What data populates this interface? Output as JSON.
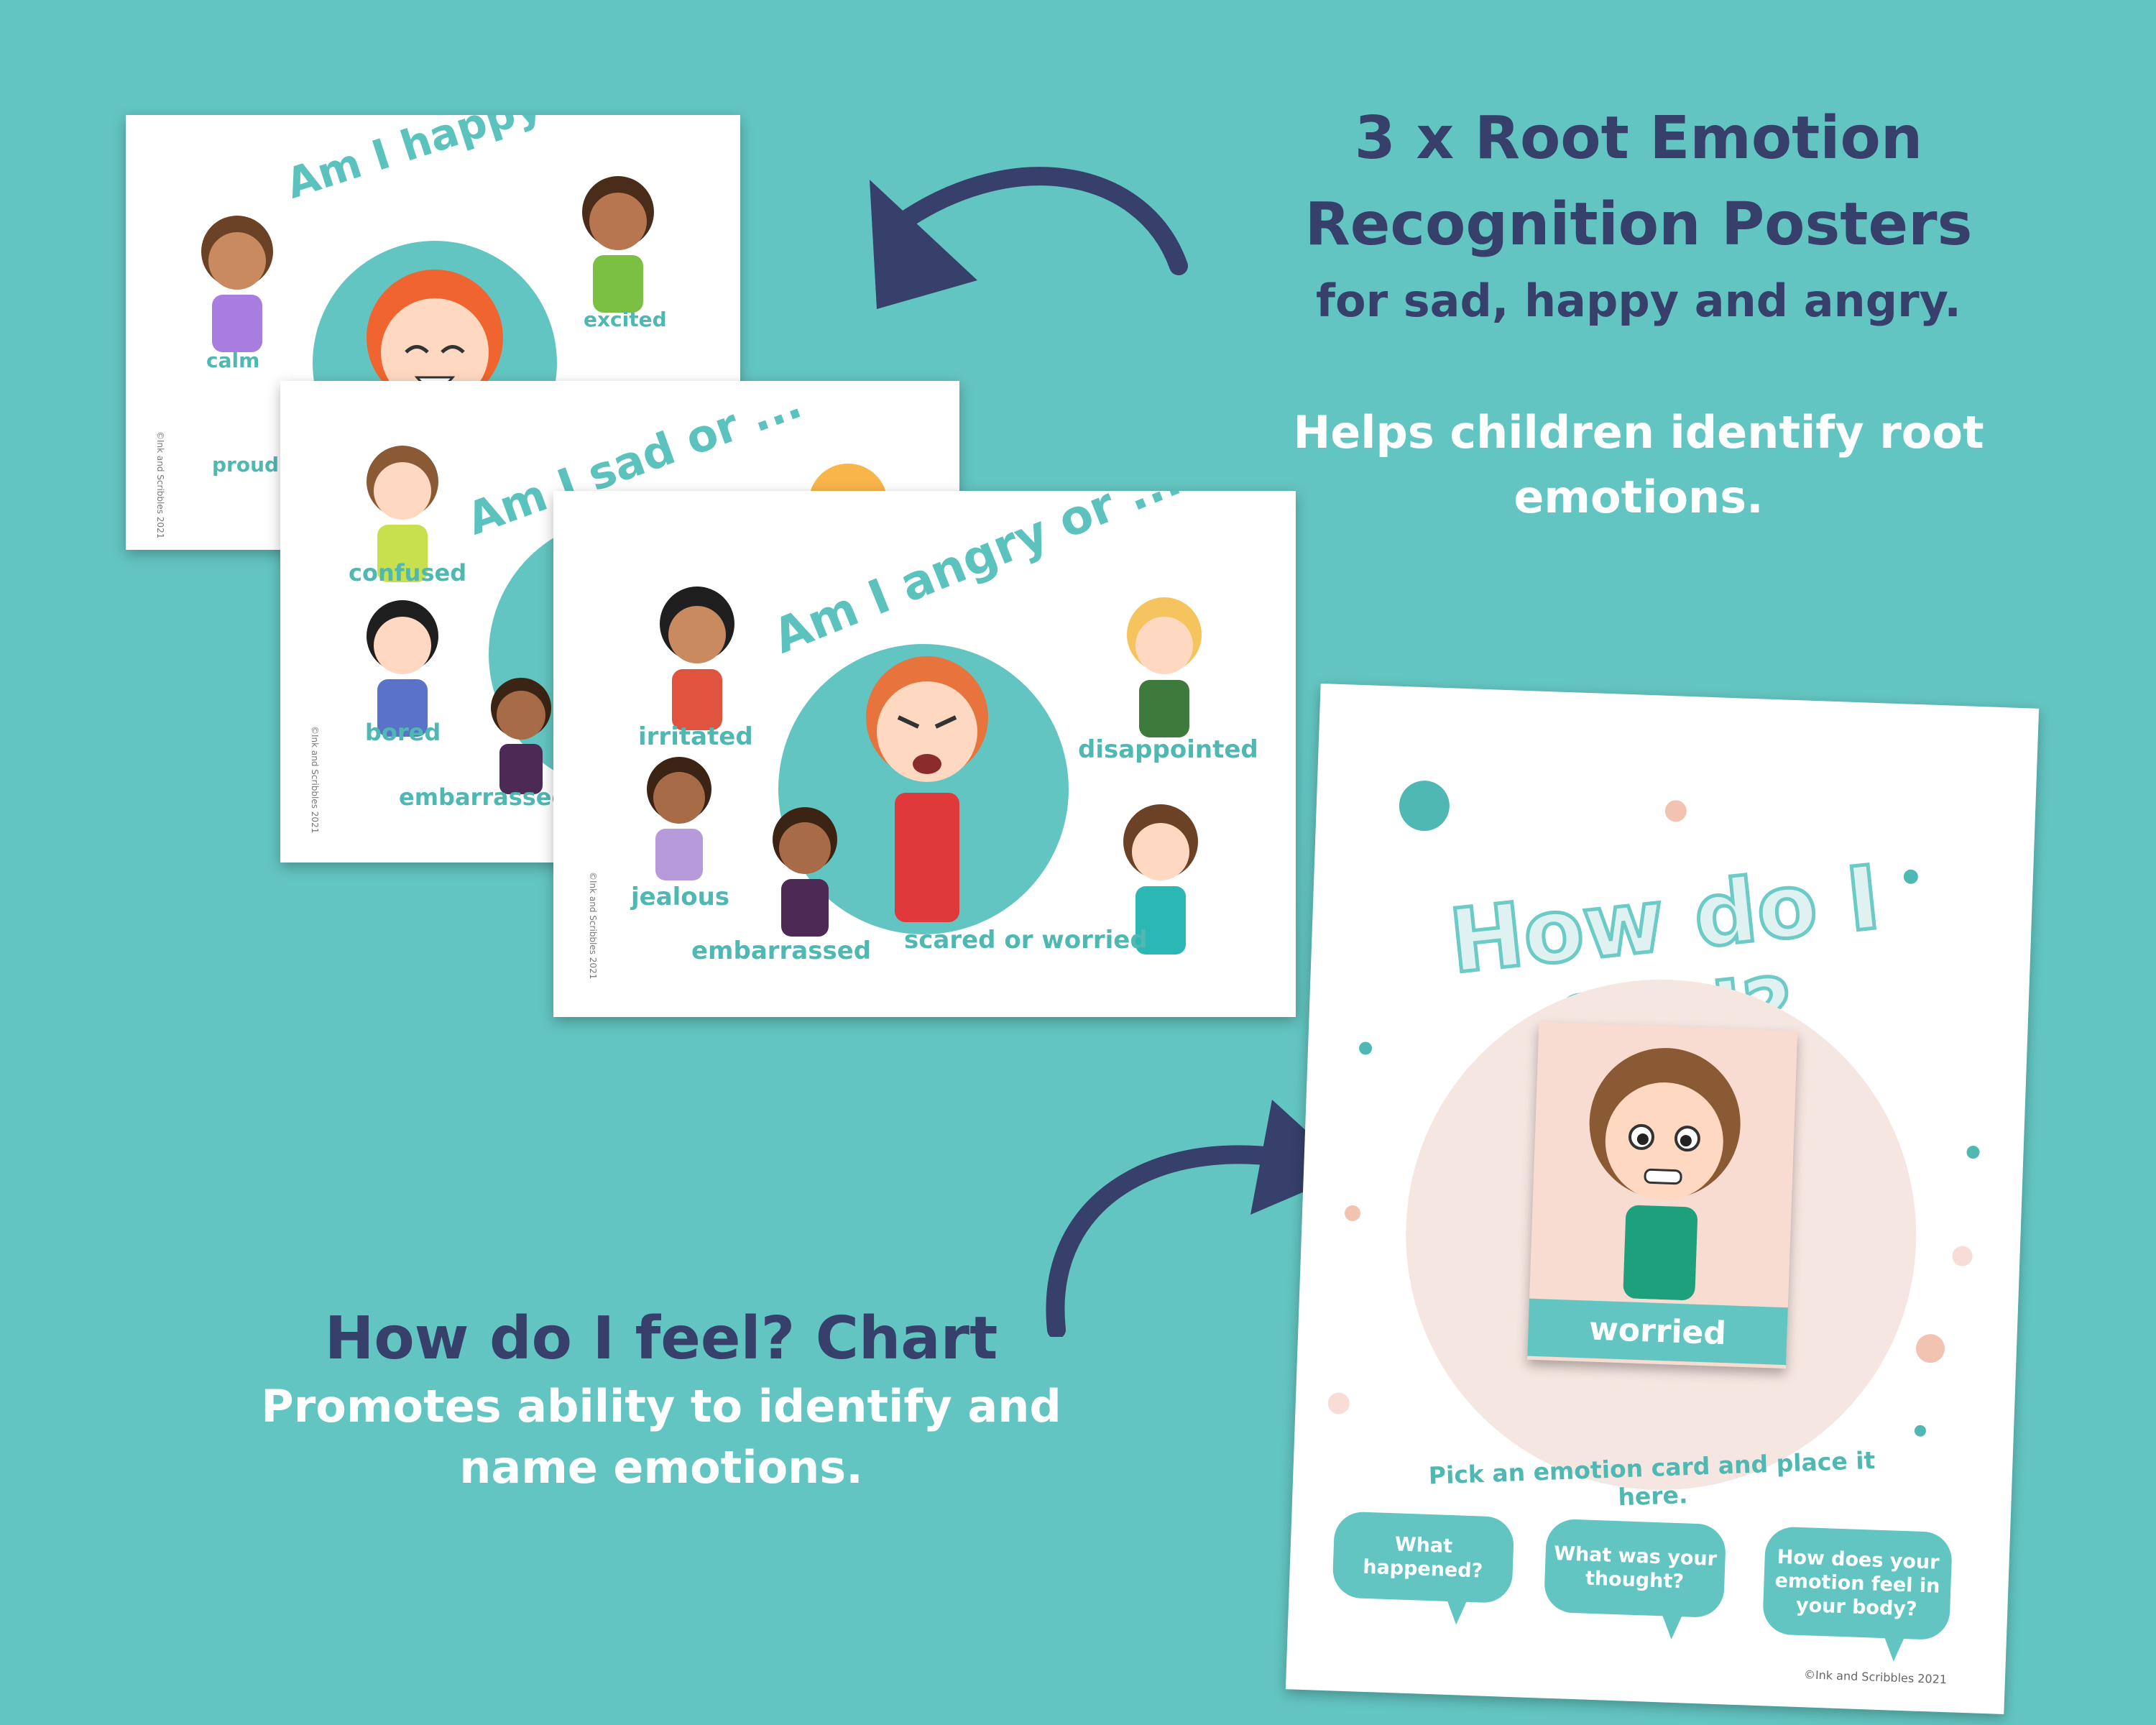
{
  "headline": {
    "line1": "3 x Root Emotion",
    "line2": "Recognition Posters",
    "line3": "for sad, happy and angry.",
    "desc1": "Helps children identify root",
    "desc2": "emotions."
  },
  "chart_info": {
    "title": "How do I feel? Chart",
    "desc1": "Promotes ability to identify and",
    "desc2": "name emotions."
  },
  "poster_happy": {
    "arch": "Am I happy or ...",
    "labels": [
      "calm",
      "excited",
      "proud"
    ],
    "copyright": "©Ink and Scribbles 2021"
  },
  "poster_sad": {
    "arch": "Am I sad or ...",
    "labels": [
      "confused",
      "bored",
      "embarrassed"
    ],
    "copyright": "©Ink and Scribbles 2021"
  },
  "poster_angry": {
    "arch": "Am I angry or ...",
    "labels": [
      "irritated",
      "disappointed",
      "jealous",
      "embarrassed",
      "scared or worried"
    ],
    "copyright": "©Ink and Scribbles 2021"
  },
  "feel_chart": {
    "title": "How do I feel?",
    "card_label": "worried",
    "circle_text": "Pick an emotion card and place it here.",
    "bubbles": [
      "What happened?",
      "What was your thought?",
      "How does your emotion feel in your body?"
    ],
    "copyright": "©Ink and Scribbles 2021"
  },
  "colors": {
    "background": "#63c5c1",
    "navy": "#36406b",
    "teal_text": "#4fb8b3",
    "peach": "#f6e6e1"
  }
}
